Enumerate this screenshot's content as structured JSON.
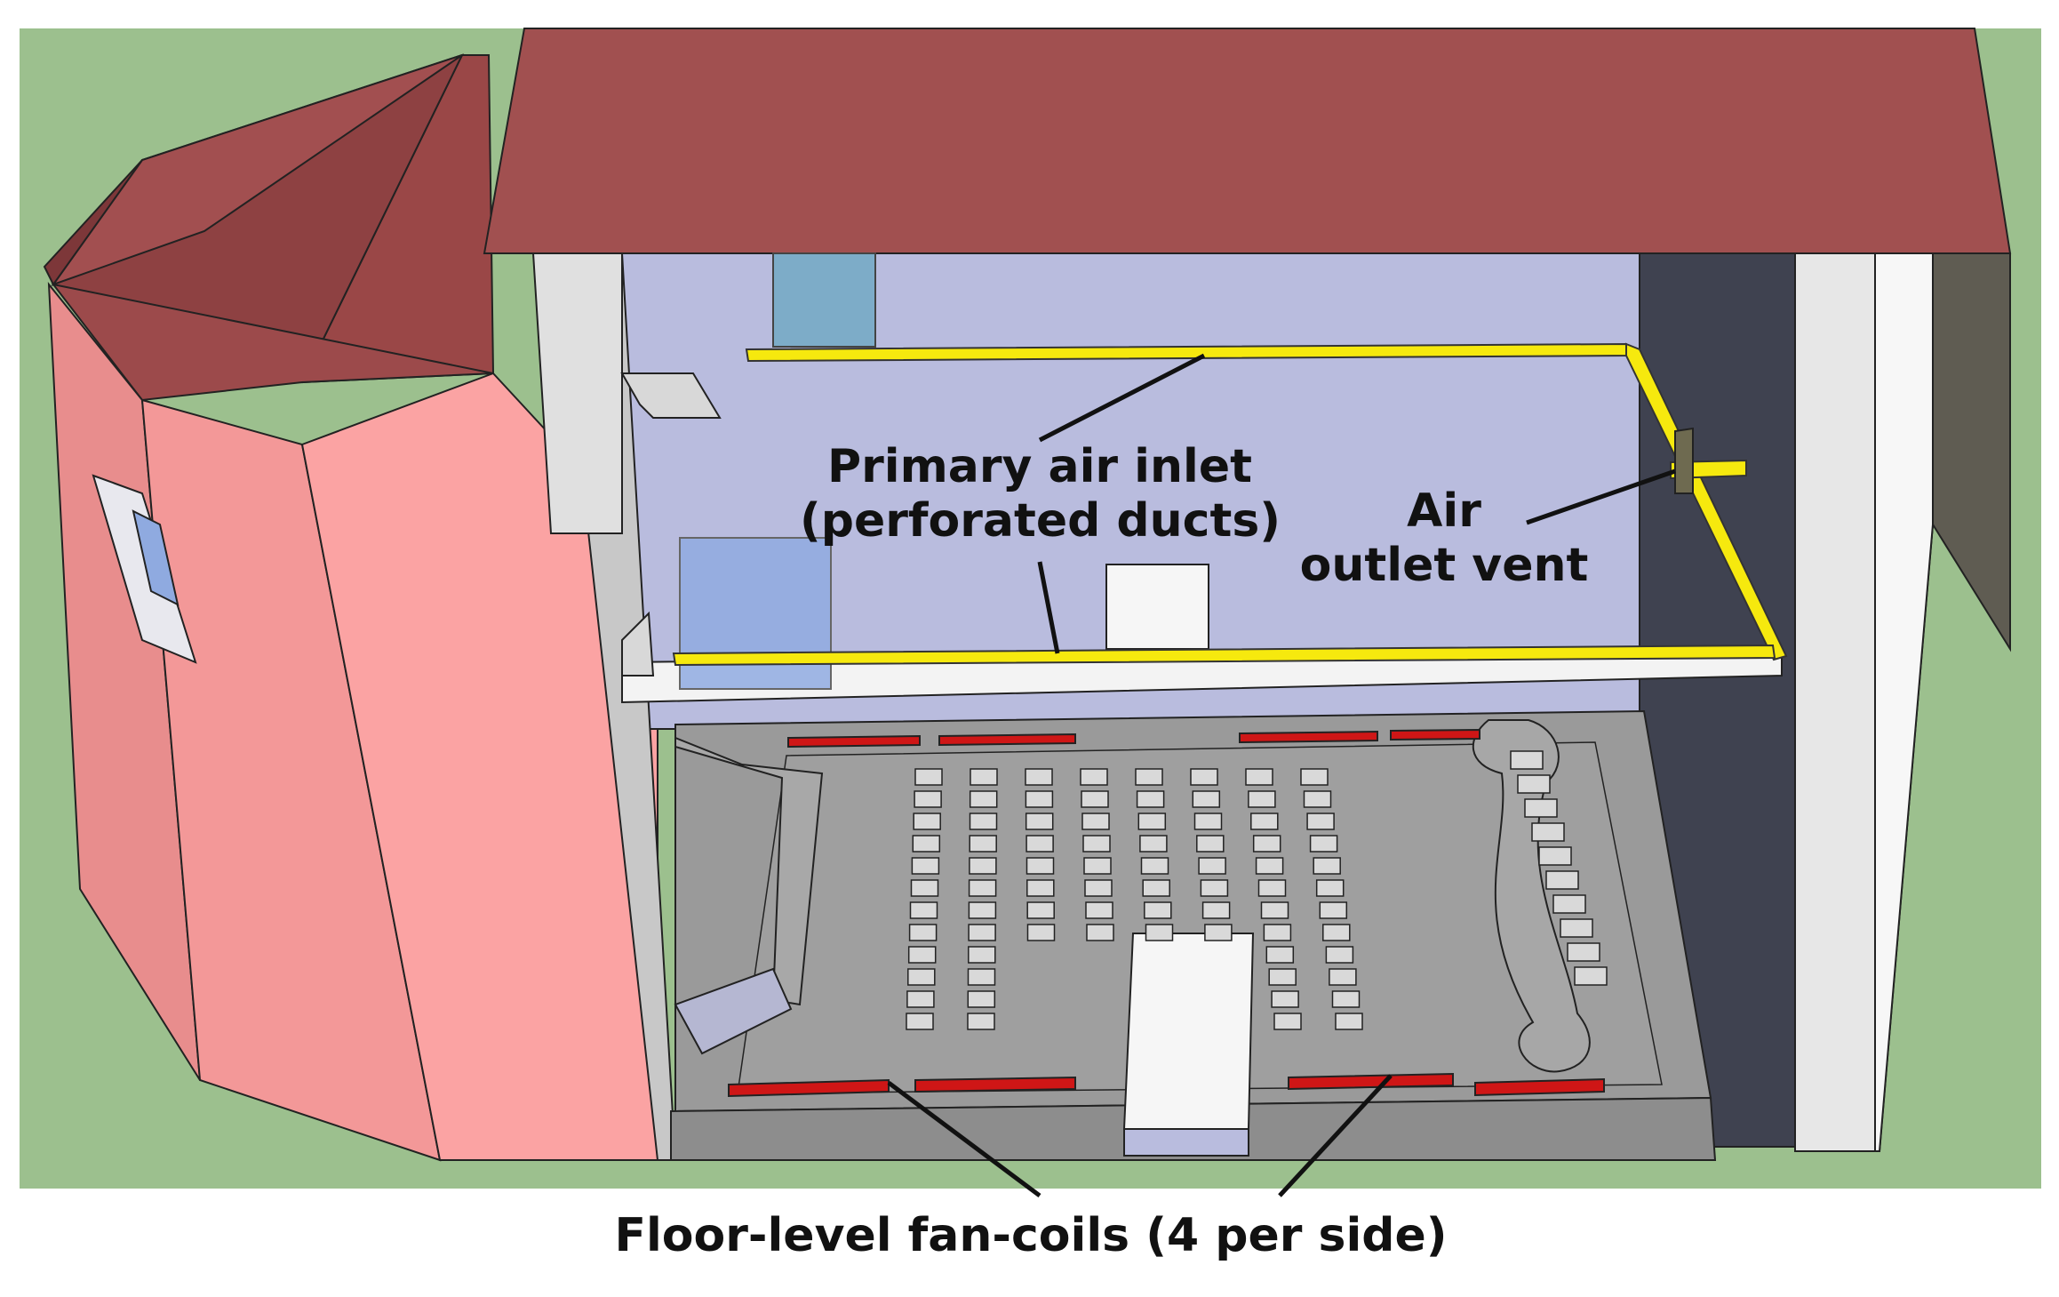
{
  "labels": {
    "primary_air_inlet": [
      "Primary air inlet",
      "(perforated ducts)"
    ],
    "air_outlet_vent": [
      "Air",
      "outlet vent"
    ],
    "fan_coils": "Floor-level fan-coils (4 per side)"
  },
  "seating": {
    "main_columns": 8,
    "main_rows": 12,
    "side_rows": 10
  },
  "colors": {
    "ground": "#9cc08e",
    "roof": "#a15050",
    "roof_dark": "#8a3f40",
    "apse_wall": "#f8a0a0",
    "back_wall": "#b9bcde",
    "floor": "#9a9a9a",
    "dark_wall": "#3f4250",
    "duct": "#f6e90e",
    "fan_coil": "#cf1616",
    "window_glass": "#8faae0"
  }
}
